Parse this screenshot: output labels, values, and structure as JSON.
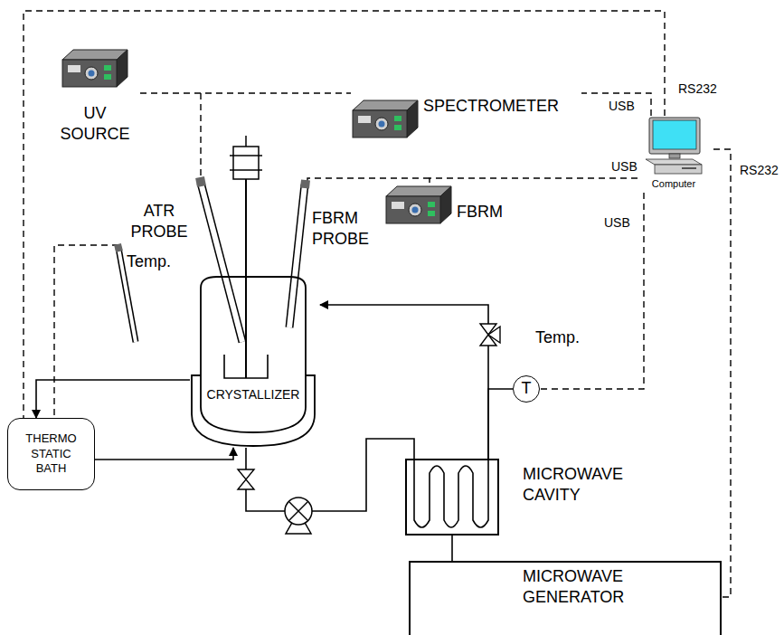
{
  "diagram": {
    "nodes": [
      {
        "text": [
          "UV SOURCE"
        ]
      },
      {
        "text": [
          "SPECTROMETER"
        ]
      },
      {
        "text": [
          "Computer"
        ]
      },
      {
        "text": [
          "FBRM"
        ]
      },
      {
        "text": [
          "CRYSTALLIZER"
        ]
      },
      {
        "text": [
          "THERMO STATIC BATH"
        ]
      },
      {
        "text": [
          "T"
        ]
      },
      {
        "text": [
          "MICROWAVE CAVITY"
        ]
      },
      {
        "text": [
          "MICROWAVE GENERATOR"
        ]
      }
    ],
    "edges": [
      {
        "from": 0,
        "to": 1,
        "arrow": "none"
      },
      {
        "from": 2,
        "to": 1,
        "arrow": "none",
        "label": "USB"
      },
      {
        "from": 2,
        "to": 3,
        "arrow": "none",
        "label": "USB"
      },
      {
        "from": 2,
        "to": 6,
        "arrow": "none",
        "label": "USB"
      },
      {
        "from": 2,
        "to": 8,
        "arrow": "none",
        "label": "RS232"
      },
      {
        "from": 2,
        "to": 5,
        "arrow": "none",
        "label": "RS232"
      },
      {
        "from": 5,
        "to": 4,
        "arrow": "to"
      },
      {
        "from": 4,
        "to": 5,
        "arrow": "to"
      },
      {
        "from": 4,
        "to": 7,
        "arrow": "none"
      },
      {
        "from": 7,
        "to": 6,
        "arrow": "none"
      },
      {
        "from": 7,
        "to": 4,
        "arrow": "to"
      },
      {
        "from": 8,
        "to": 7,
        "arrow": "none"
      }
    ],
    "labels": [
      "ATR PROBE",
      "FBRM PROBE",
      "Temp.",
      "Temp."
    ]
  }
}
